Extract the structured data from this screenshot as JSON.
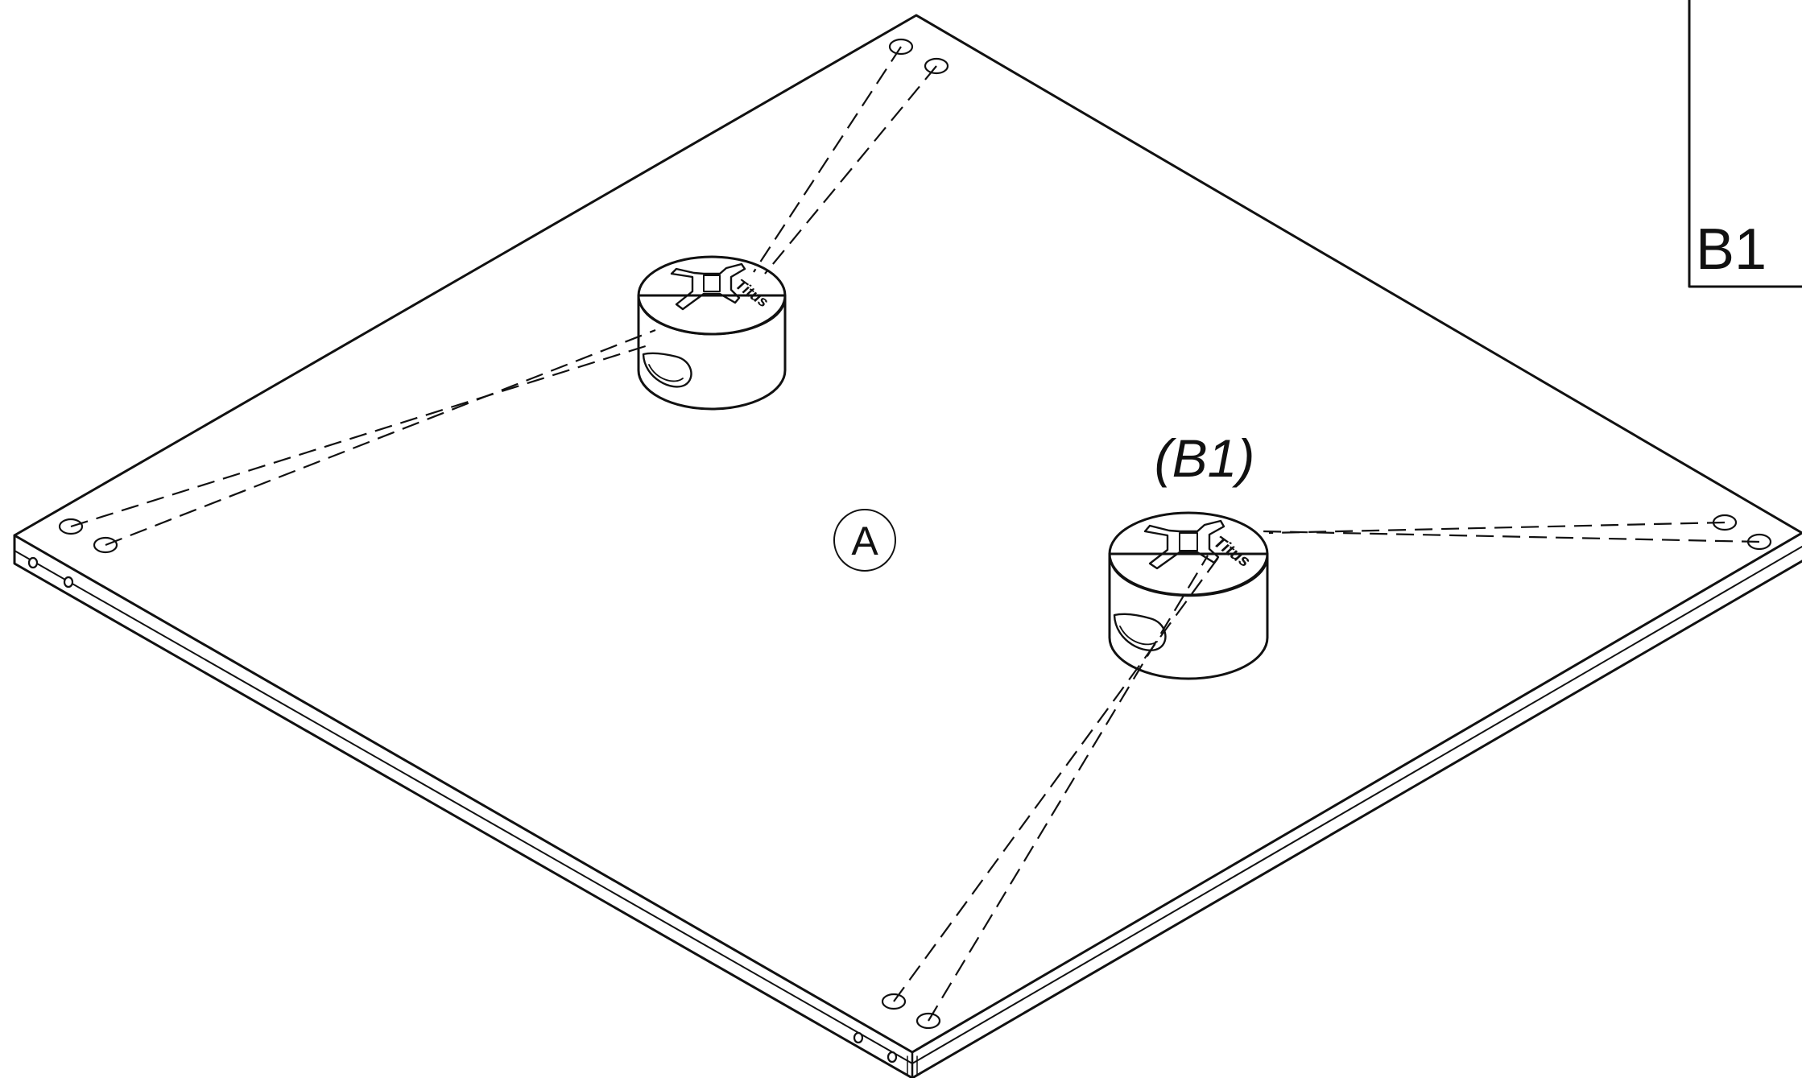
{
  "diagram": {
    "panel_label": "A",
    "part_callout": "(B1)",
    "part_box_label": "B1",
    "cam_brand_text": "Titus",
    "line_color": "#111111",
    "background_color": "#ffffff"
  }
}
